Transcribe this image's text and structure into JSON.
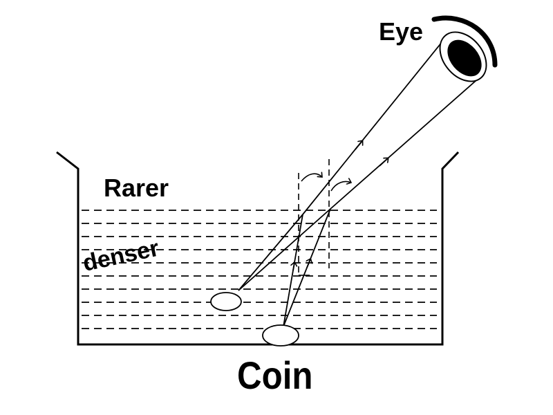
{
  "labels": {
    "eye": "Eye",
    "rarer": "Rarer",
    "denser": "denser",
    "coin": "Coin"
  },
  "colors": {
    "stroke": "#000000",
    "background": "#ffffff",
    "coin_fill": "#ffffff"
  }
}
